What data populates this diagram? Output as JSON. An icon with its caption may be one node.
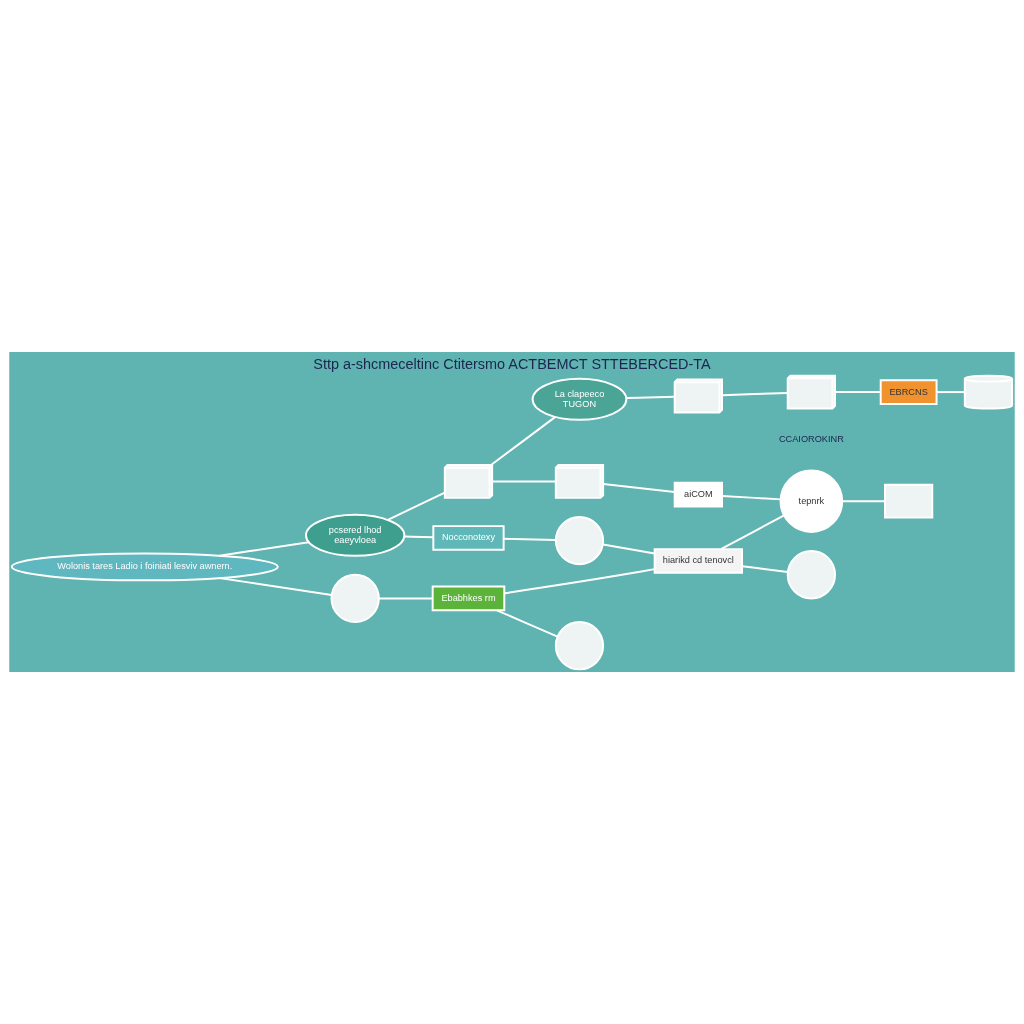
{
  "diagram": {
    "title": "Sttp a-shcmeceltinc Ctitersmo ACTBEMCT STTEBERCED-TA",
    "nodes": [
      {
        "text": [
          "Wolonis tares Ladio i foiniati lesviv awnern."
        ]
      },
      {
        "text": [
          "pcsered lhod",
          "eaeyvloea"
        ]
      },
      {
        "text": [
          "Nocconotexy"
        ]
      },
      {
        "text": [],
        "shape": "picture"
      },
      {
        "text": [
          "La clapeeco",
          "TUGON"
        ]
      },
      {
        "text": [],
        "shape": "picture"
      },
      {
        "text": [],
        "shape": "picture"
      },
      {
        "text": [],
        "shape": "circle"
      },
      {
        "text": [],
        "shape": "circle"
      },
      {
        "text": [
          "aiCOM"
        ]
      },
      {
        "text": [],
        "shape": "picture"
      },
      {
        "text": [
          "Ebabhkes rm"
        ]
      },
      {
        "text": [
          "hiarikd cd tenovcl"
        ]
      },
      {
        "text": [
          "tepnrk"
        ],
        "beside": [
          "CCAIOROKINR"
        ]
      },
      {
        "text": [
          "EBRCNS"
        ]
      },
      {
        "text": [],
        "shape": "circle"
      },
      {
        "text": [],
        "shape": "circle"
      },
      {
        "text": [],
        "shape": "box"
      },
      {
        "text": [],
        "shape": "cylinder"
      }
    ],
    "edges": [
      {
        "from": 0,
        "to": 1,
        "arrow": "none"
      },
      {
        "from": 1,
        "to": 3,
        "arrow": "none"
      },
      {
        "from": 3,
        "to": 4,
        "arrow": "none"
      },
      {
        "from": 1,
        "to": 2,
        "arrow": "none"
      },
      {
        "from": 4,
        "to": 5,
        "arrow": "none"
      },
      {
        "from": 3,
        "to": 6,
        "arrow": "none"
      },
      {
        "from": 0,
        "to": 7,
        "arrow": "none"
      },
      {
        "from": 2,
        "to": 8,
        "arrow": "none"
      },
      {
        "from": 6,
        "to": 9,
        "arrow": "none"
      },
      {
        "from": 5,
        "to": 10,
        "arrow": "none"
      },
      {
        "from": 7,
        "to": 11,
        "arrow": "none"
      },
      {
        "from": 8,
        "to": 12,
        "arrow": "none"
      },
      {
        "from": 9,
        "to": 13,
        "arrow": "none"
      },
      {
        "from": 10,
        "to": 14,
        "arrow": "none"
      },
      {
        "from": 11,
        "to": 12,
        "arrow": "none"
      },
      {
        "from": 12,
        "to": 13,
        "arrow": "none"
      },
      {
        "from": 11,
        "to": 15,
        "arrow": "none"
      },
      {
        "from": 12,
        "to": 16,
        "arrow": "none"
      },
      {
        "from": 13,
        "to": 17,
        "arrow": "none"
      },
      {
        "from": 14,
        "to": 18,
        "arrow": "none"
      }
    ]
  }
}
